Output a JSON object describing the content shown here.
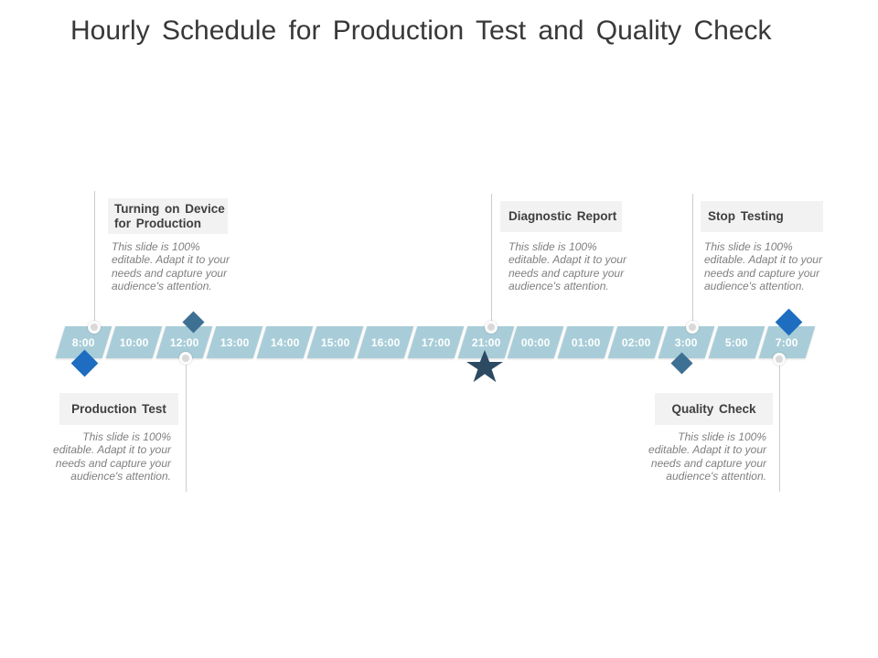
{
  "page": {
    "title": "Hourly Schedule for Production Test and Quality Check"
  },
  "timeline": {
    "times": [
      "8:00",
      "10:00",
      "12:00",
      "13:00",
      "14:00",
      "15:00",
      "16:00",
      "17:00",
      "21:00",
      "00:00",
      "01:00",
      "02:00",
      "3:00",
      "5:00",
      "7:00"
    ]
  },
  "events": [
    {
      "id": "turning-on-device-for-production",
      "title_lines": [
        "Turning on Device",
        "for Production"
      ],
      "time": "8:00",
      "side": "top",
      "marker": "diamond",
      "marker_color": "#1e6dc0",
      "body_lines": [
        "This slide is 100%",
        "editable. Adapt it to your",
        "needs and capture your",
        "audience's attention."
      ]
    },
    {
      "id": "production-test",
      "title_lines": [
        "Production Test"
      ],
      "time": "12:00",
      "side": "bottom",
      "marker": "diamond",
      "marker_color": "#3e7093",
      "body_lines": [
        "This slide is 100%",
        "editable. Adapt it to your",
        "needs and capture your",
        "audience's attention."
      ]
    },
    {
      "id": "diagnostic-report",
      "title_lines": [
        "Diagnostic Report"
      ],
      "time": "21:00",
      "side": "top",
      "marker": "star",
      "marker_color": "#2d4a63",
      "body_lines": [
        "This slide is 100%",
        "editable. Adapt it to your",
        "needs and capture your",
        "audience's attention."
      ]
    },
    {
      "id": "stop-testing",
      "title_lines": [
        "Stop Testing"
      ],
      "time": "3:00",
      "side": "top",
      "marker": "diamond",
      "marker_color": "#3e7093",
      "body_lines": [
        "This slide is 100%",
        "editable. Adapt it to your",
        "needs and capture your",
        "audience's attention."
      ]
    },
    {
      "id": "quality-check",
      "title_lines": [
        "Quality Check"
      ],
      "time": "7:00",
      "side": "bottom",
      "marker": "diamond",
      "marker_color": "#1e6dc0",
      "body_lines": [
        "This slide is 100%",
        "editable. Adapt it to your",
        "needs and capture your",
        "audience's attention."
      ]
    }
  ],
  "colors": {
    "bar": "#a8cdd8",
    "accent_blue": "#1e6dc0",
    "steel_blue": "#3e7093",
    "navy_star": "#2d4a63",
    "callout_bg": "#f2f2f2",
    "title_text": "#383838",
    "callout_title_text": "#3f3f3f",
    "body_text": "#7f7f7f",
    "time_text": "#ffffff",
    "connector": "#cccccc"
  }
}
